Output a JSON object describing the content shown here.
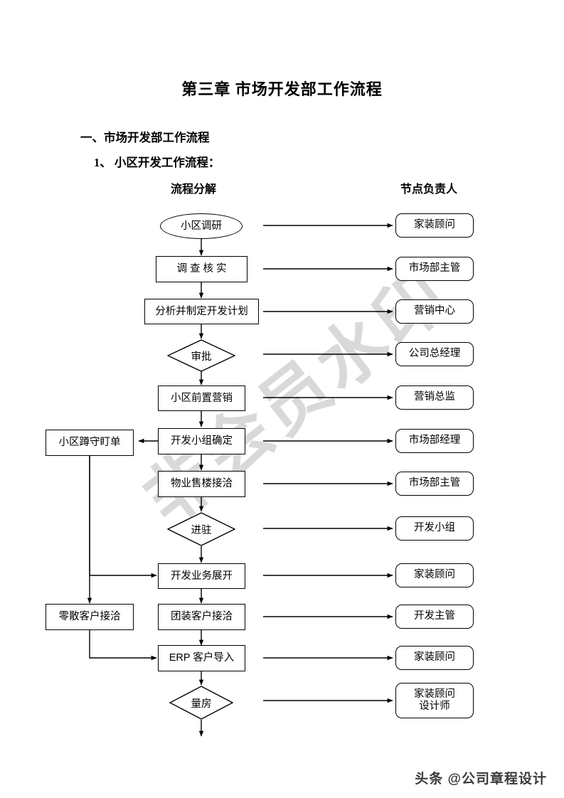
{
  "document": {
    "title": "第三章  市场开发部工作流程",
    "heading_1": "一、市场开发部工作流程",
    "heading_2": "1、 小区开发工作流程："
  },
  "columns": {
    "flow_header": "流程分解",
    "owner_header": "节点负责人"
  },
  "watermark": "非会员水印",
  "footer": {
    "brand": "头条 @公司章程设计"
  },
  "flow_nodes": [
    {
      "id": "n1",
      "shape": "ellipse",
      "label": "小区调研"
    },
    {
      "id": "n2",
      "shape": "rect",
      "label": "调 查 核 实"
    },
    {
      "id": "n3",
      "shape": "rect",
      "label": "分析并制定开发计划"
    },
    {
      "id": "n4",
      "shape": "diamond",
      "label": "审批"
    },
    {
      "id": "n5",
      "shape": "rect",
      "label": "小区前置营销"
    },
    {
      "id": "n6",
      "shape": "rect",
      "label": "开发小组确定"
    },
    {
      "id": "n7",
      "shape": "rect",
      "label": "物业售楼接洽"
    },
    {
      "id": "n8",
      "shape": "diamond",
      "label": "进驻"
    },
    {
      "id": "n9",
      "shape": "rect",
      "label": "开发业务展开"
    },
    {
      "id": "n10",
      "shape": "rect",
      "label": "团装客户接洽"
    },
    {
      "id": "n11",
      "shape": "rect",
      "label": "ERP 客户导入"
    },
    {
      "id": "n12",
      "shape": "diamond",
      "label": "量房"
    }
  ],
  "branch_nodes": [
    {
      "id": "b1",
      "shape": "rect",
      "label": "小区蹲守盯单"
    },
    {
      "id": "b2",
      "shape": "rect",
      "label": "零散客户接洽"
    }
  ],
  "owners": [
    {
      "id": "o1",
      "label": "家装顾问"
    },
    {
      "id": "o2",
      "label": "市场部主管"
    },
    {
      "id": "o3",
      "label": "营销中心"
    },
    {
      "id": "o4",
      "label": "公司总经理"
    },
    {
      "id": "o5",
      "label": "营销总监"
    },
    {
      "id": "o6",
      "label": "市场部经理"
    },
    {
      "id": "o7",
      "label": "市场部主管"
    },
    {
      "id": "o8",
      "label": "开发小组"
    },
    {
      "id": "o9",
      "label": "家装顾问"
    },
    {
      "id": "o10",
      "label": "开发主管"
    },
    {
      "id": "o11",
      "label": "家装顾问"
    },
    {
      "id": "o12",
      "label": "家装顾问\n设计师"
    }
  ],
  "colors": {
    "stroke": "#000000",
    "page_background": "#ffffff",
    "watermark": "#d9d9d9",
    "footer_text": "#3b3b3b"
  }
}
